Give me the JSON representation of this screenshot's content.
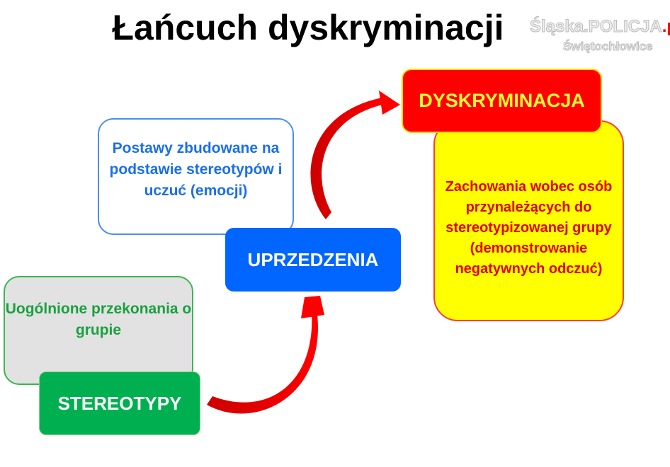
{
  "title": "Łańcuch dyskryminacji",
  "logo": {
    "main": "Śląska.POLICJA",
    "suffix": ".pl",
    "city": "Świętochłowice"
  },
  "nodes": {
    "stereotypy": {
      "label": "STEREOTYPY",
      "description": "Uogólnione przekonania o grupie"
    },
    "uprzedzenia": {
      "label": "UPRZEDZENIA",
      "description": "Postawy zbudowane na podstawie stereotypów i uczuć (emocji)"
    },
    "dyskryminacja": {
      "label": "DYSKRYMINACJA",
      "description": "Zachowania wobec osób przynależących do stereotypizowanej grupy (demonstrowanie negatywnych odczuć)"
    }
  },
  "colors": {
    "arrow": "#ff0000",
    "blue": "#0066ff",
    "green": "#00b050",
    "red": "#ff0000",
    "yellow": "#ffff00"
  }
}
